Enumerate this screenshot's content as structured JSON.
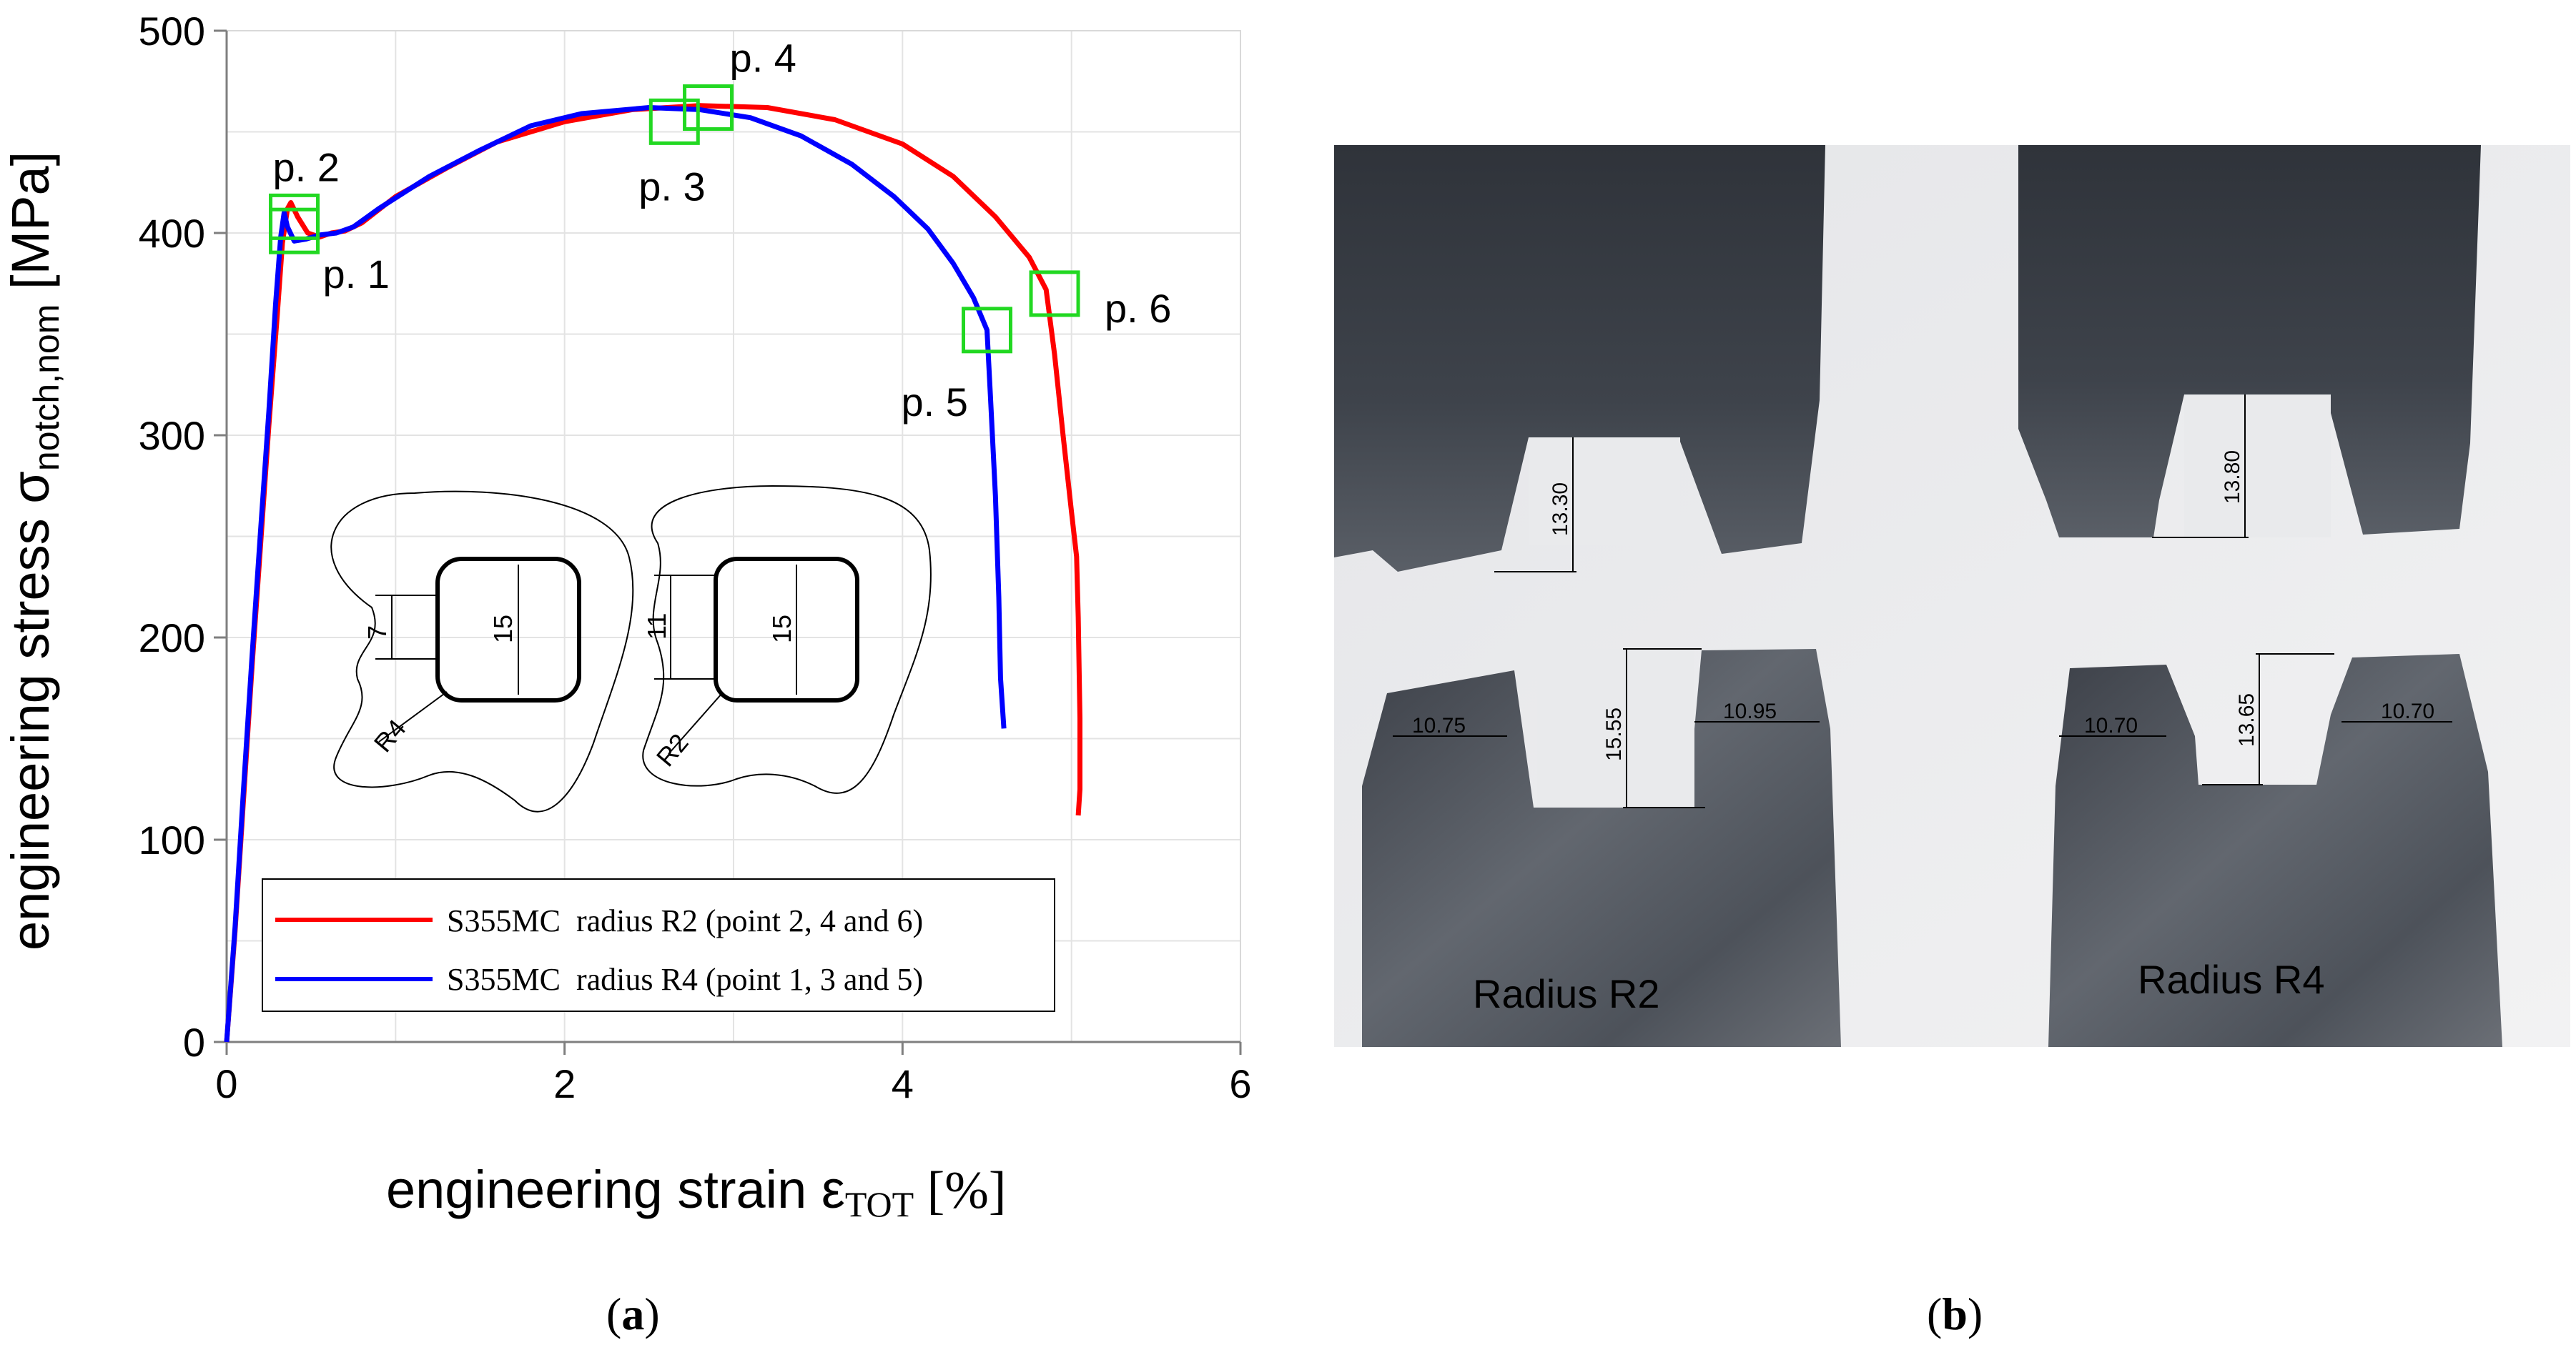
{
  "chart_data": {
    "type": "line",
    "xlabel": "engineering strain ε",
    "xlabel_sub": "TOT",
    "xlabel_unit": " [%]",
    "ylabel": "engineering stress σ",
    "ylabel_sub": "notch,nom",
    "ylabel_unit": " [MPa]",
    "xlim": [
      0,
      6
    ],
    "ylim": [
      0,
      500
    ],
    "xticks": [
      0,
      2,
      4,
      6
    ],
    "yticks": [
      0,
      100,
      200,
      300,
      400,
      500
    ],
    "grid": true,
    "legend_position": "bottom-left",
    "series": [
      {
        "name": "S355MC  radius R2 (point 2, 4 and 6)",
        "color": "#ff0000",
        "points": [
          [
            0,
            0
          ],
          [
            0.05,
            55
          ],
          [
            0.1,
            120
          ],
          [
            0.15,
            185
          ],
          [
            0.2,
            245
          ],
          [
            0.25,
            305
          ],
          [
            0.3,
            360
          ],
          [
            0.33,
            395
          ],
          [
            0.36,
            412
          ],
          [
            0.38,
            415
          ],
          [
            0.42,
            408
          ],
          [
            0.48,
            400
          ],
          [
            0.55,
            398
          ],
          [
            0.62,
            400
          ],
          [
            0.7,
            401
          ],
          [
            0.8,
            405
          ],
          [
            1.0,
            418
          ],
          [
            1.3,
            432
          ],
          [
            1.6,
            445
          ],
          [
            2.0,
            455
          ],
          [
            2.4,
            461
          ],
          [
            2.8,
            463
          ],
          [
            3.2,
            462
          ],
          [
            3.6,
            456
          ],
          [
            4.0,
            444
          ],
          [
            4.3,
            428
          ],
          [
            4.55,
            408
          ],
          [
            4.75,
            388
          ],
          [
            4.85,
            372
          ],
          [
            4.9,
            340
          ],
          [
            4.95,
            300
          ],
          [
            5.0,
            262
          ],
          [
            5.03,
            240
          ],
          [
            5.04,
            210
          ],
          [
            5.05,
            160
          ],
          [
            5.05,
            125
          ],
          [
            5.04,
            112
          ]
        ]
      },
      {
        "name": "S355MC  radius R4 (point 1, 3 and 5)",
        "color": "#0000ff",
        "points": [
          [
            0,
            0
          ],
          [
            0.05,
            57
          ],
          [
            0.1,
            125
          ],
          [
            0.15,
            190
          ],
          [
            0.2,
            252
          ],
          [
            0.25,
            312
          ],
          [
            0.29,
            365
          ],
          [
            0.32,
            398
          ],
          [
            0.34,
            410
          ],
          [
            0.36,
            403
          ],
          [
            0.4,
            396
          ],
          [
            0.47,
            397
          ],
          [
            0.55,
            399
          ],
          [
            0.65,
            400
          ],
          [
            0.75,
            403
          ],
          [
            0.9,
            412
          ],
          [
            1.2,
            428
          ],
          [
            1.5,
            441
          ],
          [
            1.8,
            453
          ],
          [
            2.1,
            459
          ],
          [
            2.5,
            462
          ],
          [
            2.8,
            461
          ],
          [
            3.1,
            457
          ],
          [
            3.4,
            448
          ],
          [
            3.7,
            434
          ],
          [
            3.95,
            418
          ],
          [
            4.15,
            402
          ],
          [
            4.3,
            385
          ],
          [
            4.42,
            368
          ],
          [
            4.5,
            352
          ],
          [
            4.52,
            320
          ],
          [
            4.55,
            270
          ],
          [
            4.57,
            220
          ],
          [
            4.58,
            180
          ],
          [
            4.6,
            155
          ]
        ]
      }
    ],
    "annotations": [
      {
        "text": "p. 1",
        "x": 0.4,
        "y": 401
      },
      {
        "text": "p. 2",
        "x": 0.4,
        "y": 408
      },
      {
        "text": "p. 3",
        "x": 2.65,
        "y": 455
      },
      {
        "text": "p. 4",
        "x": 2.85,
        "y": 462
      },
      {
        "text": "p. 5",
        "x": 4.5,
        "y": 352
      },
      {
        "text": "p. 6",
        "x": 4.9,
        "y": 370
      }
    ]
  },
  "inset": {
    "left_dims": {
      "height": "7",
      "width": "15",
      "radius": "R4"
    },
    "right_dims": {
      "height": "11",
      "width": "15",
      "radius": "R2"
    }
  },
  "photo": {
    "top_left_dim": "13.30",
    "top_right_dim": "13.80",
    "bottom_left_notch_dim": "15.55",
    "bottom_left_left_dim": "10.75",
    "bottom_left_right_dim": "10.95",
    "bottom_right_notch_dim": "13.65",
    "bottom_right_left_dim": "10.70",
    "bottom_right_right_dim": "10.70",
    "label_r2": "Radius R2",
    "label_r4": "Radius R4"
  },
  "captions": {
    "a": "a",
    "b": "b"
  }
}
